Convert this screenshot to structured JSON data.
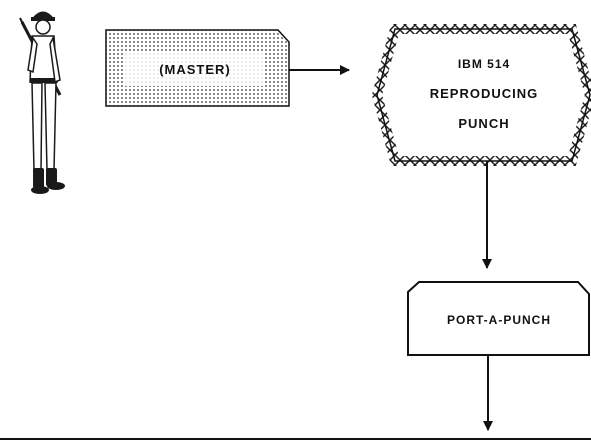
{
  "diagram": {
    "master_card": {
      "label": "(MASTER)"
    },
    "reproducing_punch": {
      "line1": "IBM 514",
      "line2": "REPRODUCING",
      "line3": "PUNCH"
    },
    "port_a_punch": {
      "label": "PORT-A-PUNCH"
    },
    "figure": {
      "icon": "soldier-icon"
    }
  }
}
